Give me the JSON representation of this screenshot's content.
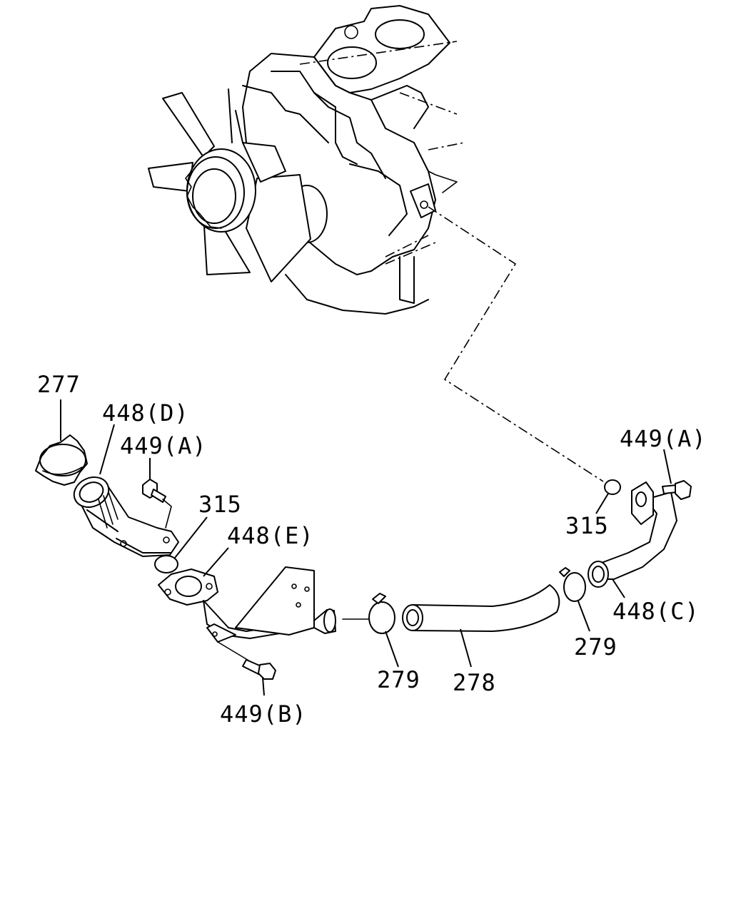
{
  "callouts": [
    {
      "id": "cap",
      "text": "277"
    },
    {
      "id": "inlet-pipe-d",
      "text": "448(D)"
    },
    {
      "id": "bolt-a-left",
      "text": "449(A)"
    },
    {
      "id": "oring-left",
      "text": "315"
    },
    {
      "id": "pipe-e",
      "text": "448(E)"
    },
    {
      "id": "bolt-b",
      "text": "449(B)"
    },
    {
      "id": "clamp-left",
      "text": "279"
    },
    {
      "id": "hose",
      "text": "278"
    },
    {
      "id": "clamp-right",
      "text": "279"
    },
    {
      "id": "pipe-c",
      "text": "448(C)"
    },
    {
      "id": "oring-right",
      "text": "315"
    },
    {
      "id": "bolt-a-right",
      "text": "449(A)"
    }
  ]
}
